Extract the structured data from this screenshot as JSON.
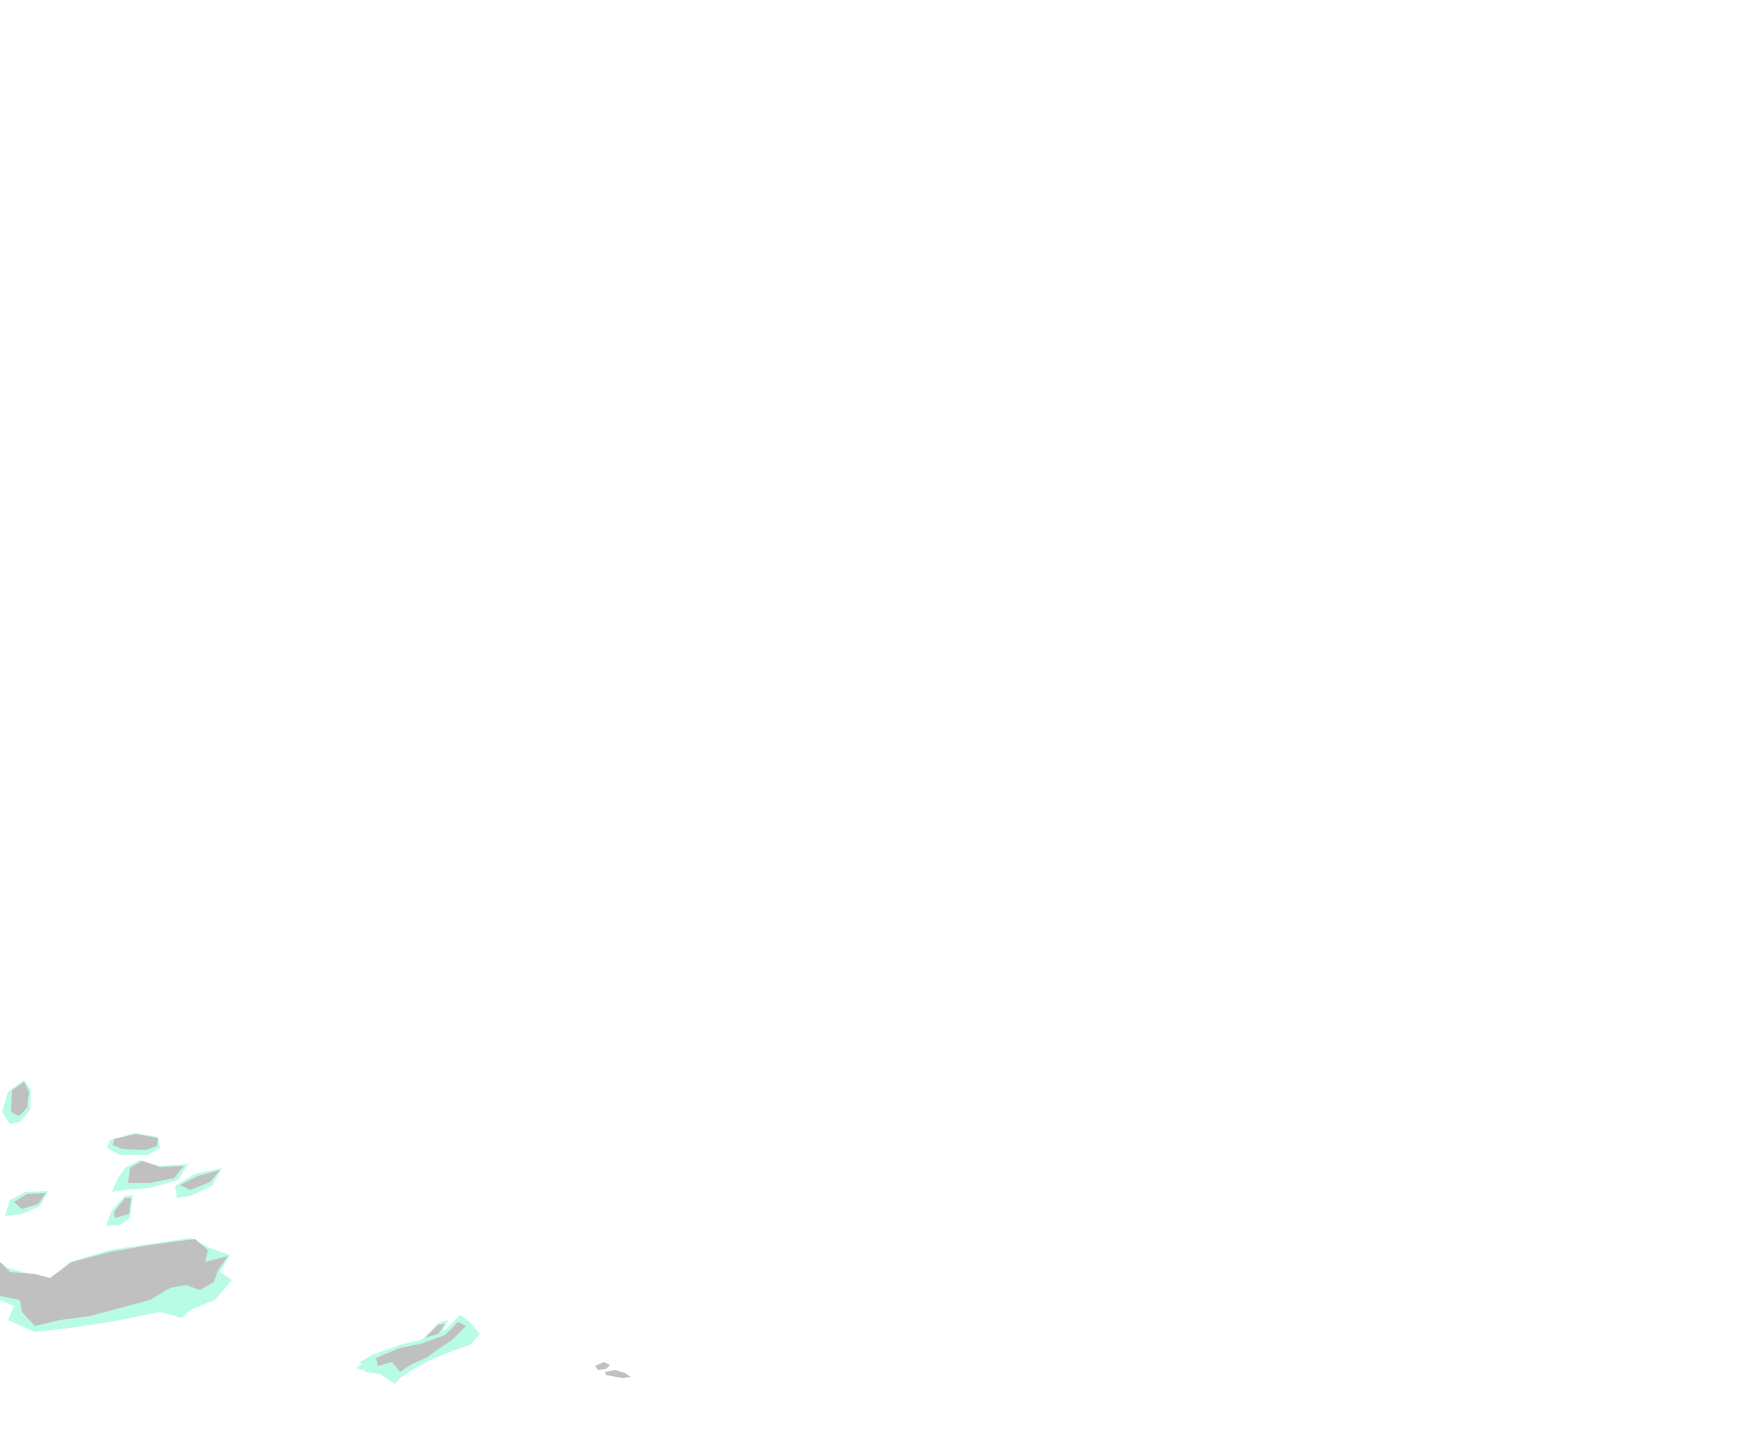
{
  "map": {
    "colors": {
      "background": "#ffffff",
      "land": "#c0c0c0",
      "shore": "#b8fce6"
    },
    "features": [
      {
        "name": "island-1"
      },
      {
        "name": "island-2"
      },
      {
        "name": "island-3"
      },
      {
        "name": "island-4"
      },
      {
        "name": "island-5"
      },
      {
        "name": "island-6"
      },
      {
        "name": "main-island"
      },
      {
        "name": "island-group-southeast"
      },
      {
        "name": "islet-far-southeast"
      }
    ]
  }
}
